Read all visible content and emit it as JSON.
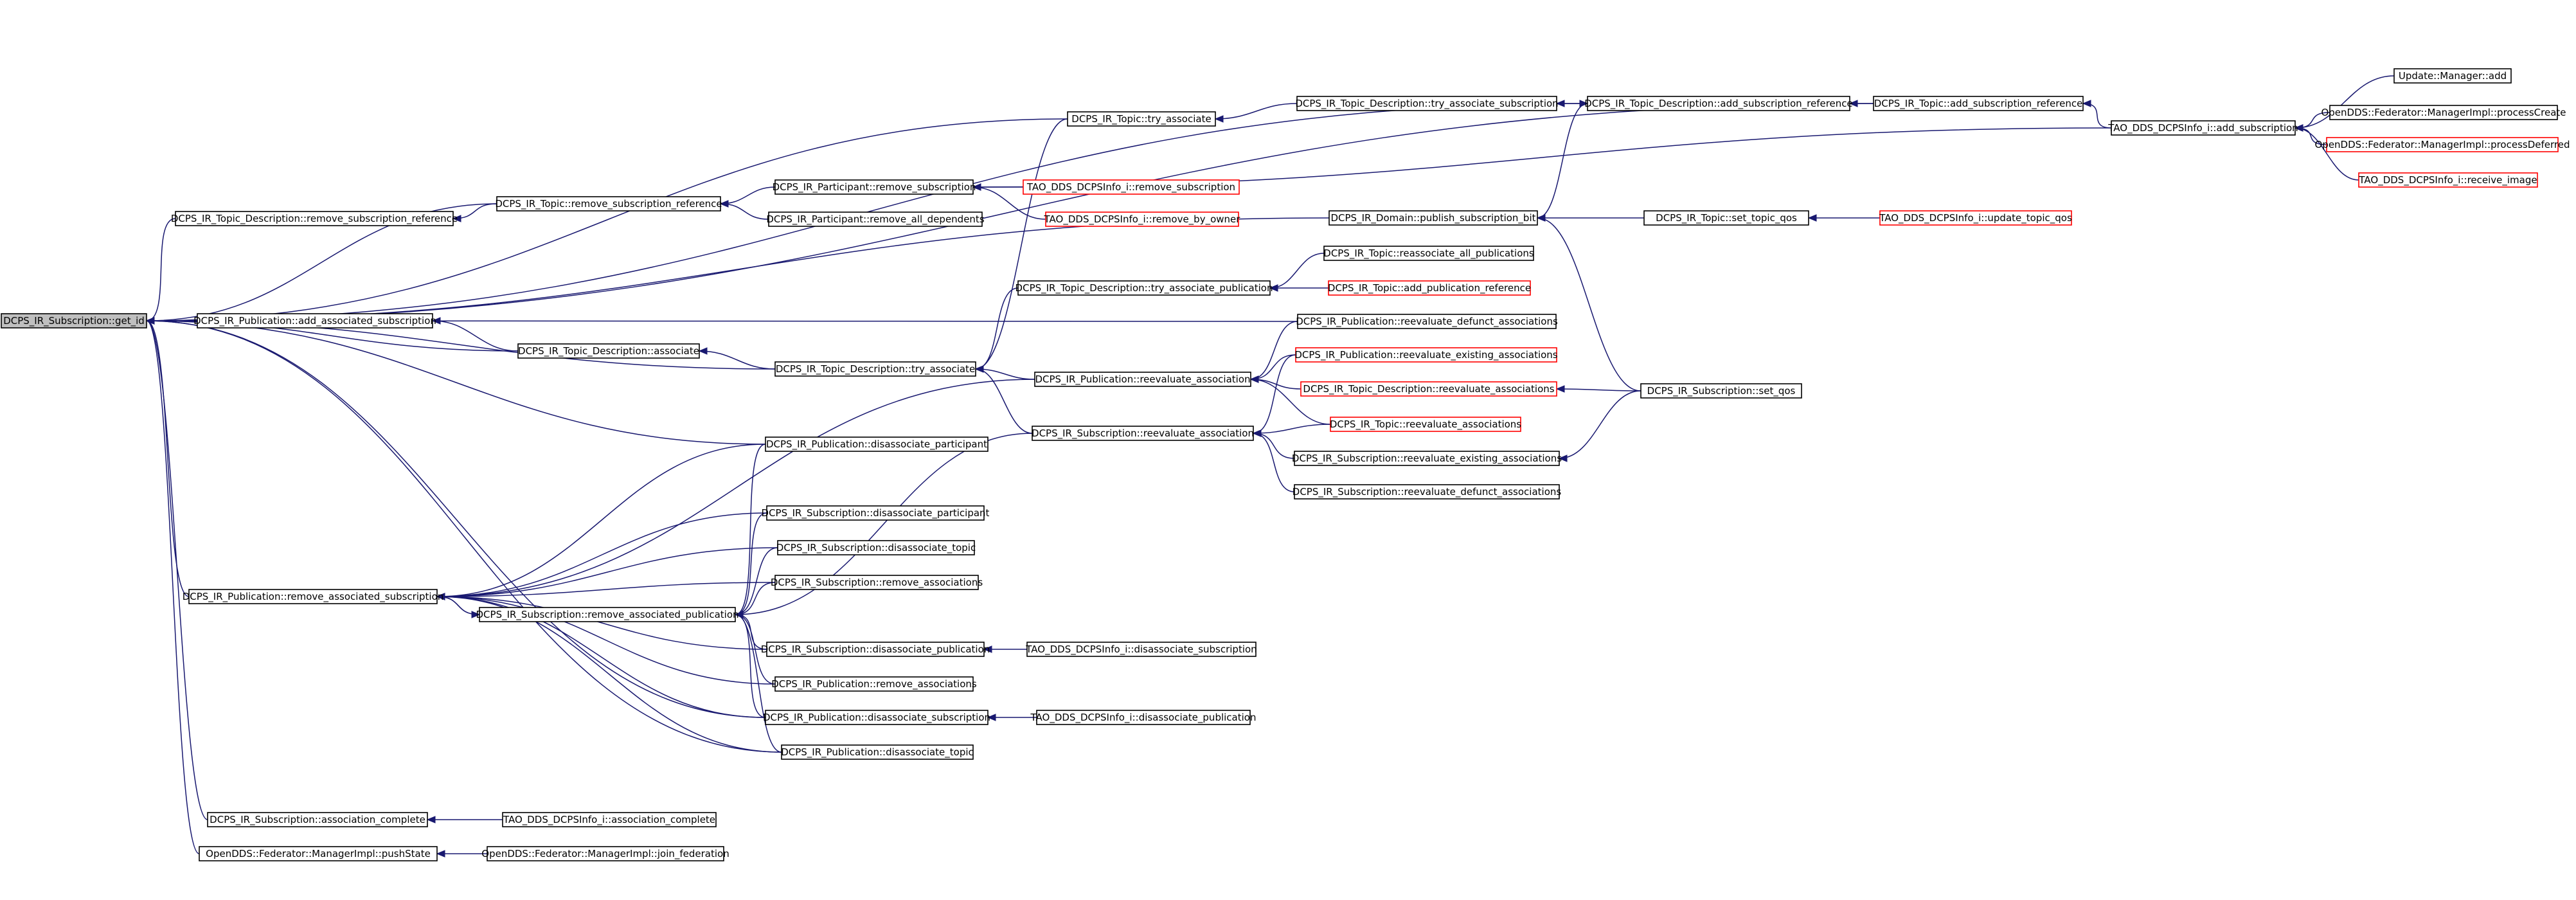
{
  "nodes": [
    {
      "id": "n0",
      "label": "DCPS_IR_Subscription::get_id",
      "style": "focus"
    },
    {
      "id": "n1",
      "label": "DCPS_IR_Publication::add_associated_subscription"
    },
    {
      "id": "n2",
      "label": "DCPS_IR_Topic_Description::remove_subscription_reference"
    },
    {
      "id": "n3",
      "label": "DCPS_IR_Topic::remove_subscription_reference"
    },
    {
      "id": "n4",
      "label": "DCPS_IR_Participant::remove_subscription"
    },
    {
      "id": "n5",
      "label": "DCPS_IR_Participant::remove_all_dependents"
    },
    {
      "id": "n6",
      "label": "TAO_DDS_DCPSInfo_i::remove_subscription",
      "style": "red"
    },
    {
      "id": "n7",
      "label": "TAO_DDS_DCPSInfo_i::remove_by_owner",
      "style": "red"
    },
    {
      "id": "n8",
      "label": "DCPS_IR_Topic::try_associate"
    },
    {
      "id": "n9",
      "label": "DCPS_IR_Topic_Description::try_associate_subscription"
    },
    {
      "id": "n10",
      "label": "DCPS_IR_Topic_Description::add_subscription_reference"
    },
    {
      "id": "n11",
      "label": "DCPS_IR_Topic::add_subscription_reference"
    },
    {
      "id": "n12",
      "label": "TAO_DDS_DCPSInfo_i::add_subscription"
    },
    {
      "id": "n13",
      "label": "Update::Manager::add"
    },
    {
      "id": "n14",
      "label": "OpenDDS::Federator::ManagerImpl::processCreate"
    },
    {
      "id": "n15",
      "label": "OpenDDS::Federator::ManagerImpl::processDeferred",
      "style": "red"
    },
    {
      "id": "n16",
      "label": "TAO_DDS_DCPSInfo_i::receive_image",
      "style": "red"
    },
    {
      "id": "n17",
      "label": "DCPS_IR_Domain::publish_subscription_bit"
    },
    {
      "id": "n18",
      "label": "DCPS_IR_Topic::set_topic_qos"
    },
    {
      "id": "n19",
      "label": "TAO_DDS_DCPSInfo_i::update_topic_qos",
      "style": "red"
    },
    {
      "id": "n20",
      "label": "DCPS_IR_Topic::reassociate_all_publications"
    },
    {
      "id": "n21",
      "label": "DCPS_IR_Topic_Description::try_associate_publication"
    },
    {
      "id": "n22",
      "label": "DCPS_IR_Topic::add_publication_reference",
      "style": "red"
    },
    {
      "id": "n23",
      "label": "DCPS_IR_Publication::reevaluate_defunct_associations"
    },
    {
      "id": "n24",
      "label": "DCPS_IR_Topic_Description::associate"
    },
    {
      "id": "n25",
      "label": "DCPS_IR_Topic_Description::try_associate"
    },
    {
      "id": "n26",
      "label": "DCPS_IR_Publication::reevaluate_association"
    },
    {
      "id": "n27",
      "label": "DCPS_IR_Publication::reevaluate_existing_associations",
      "style": "red"
    },
    {
      "id": "n28",
      "label": "DCPS_IR_Topic_Description::reevaluate_associations",
      "style": "red"
    },
    {
      "id": "n29",
      "label": "DCPS_IR_Subscription::set_qos"
    },
    {
      "id": "n30",
      "label": "DCPS_IR_Topic::reevaluate_associations",
      "style": "red"
    },
    {
      "id": "n31",
      "label": "DCPS_IR_Subscription::reevaluate_association"
    },
    {
      "id": "n32",
      "label": "DCPS_IR_Publication::disassociate_participant"
    },
    {
      "id": "n33",
      "label": "DCPS_IR_Subscription::reevaluate_existing_associations"
    },
    {
      "id": "n34",
      "label": "DCPS_IR_Subscription::reevaluate_defunct_associations"
    },
    {
      "id": "n35",
      "label": "DCPS_IR_Subscription::disassociate_participant"
    },
    {
      "id": "n36",
      "label": "DCPS_IR_Subscription::disassociate_topic"
    },
    {
      "id": "n37",
      "label": "DCPS_IR_Subscription::remove_associations"
    },
    {
      "id": "n38",
      "label": "DCPS_IR_Publication::remove_associated_subscription"
    },
    {
      "id": "n39",
      "label": "DCPS_IR_Subscription::remove_associated_publication"
    },
    {
      "id": "n40",
      "label": "DCPS_IR_Subscription::disassociate_publication"
    },
    {
      "id": "n41",
      "label": "TAO_DDS_DCPSInfo_i::disassociate_subscription"
    },
    {
      "id": "n42",
      "label": "DCPS_IR_Publication::remove_associations"
    },
    {
      "id": "n43",
      "label": "DCPS_IR_Publication::disassociate_subscription"
    },
    {
      "id": "n44",
      "label": "TAO_DDS_DCPSInfo_i::disassociate_publication"
    },
    {
      "id": "n45",
      "label": "DCPS_IR_Publication::disassociate_topic"
    },
    {
      "id": "n46",
      "label": "DCPS_IR_Subscription::association_complete"
    },
    {
      "id": "n47",
      "label": "TAO_DDS_DCPSInfo_i::association_complete"
    },
    {
      "id": "n48",
      "label": "OpenDDS::Federator::ManagerImpl::pushState"
    },
    {
      "id": "n49",
      "label": "OpenDDS::Federator::ManagerImpl::join_federation"
    }
  ],
  "edges": [
    [
      "n1",
      "n0"
    ],
    [
      "n2",
      "n0"
    ],
    [
      "n3",
      "n0"
    ],
    [
      "n8",
      "n0"
    ],
    [
      "n10",
      "n0"
    ],
    [
      "n11",
      "n0"
    ],
    [
      "n17",
      "n0"
    ],
    [
      "n23",
      "n0"
    ],
    [
      "n24",
      "n0"
    ],
    [
      "n25",
      "n0"
    ],
    [
      "n32",
      "n0"
    ],
    [
      "n38",
      "n0"
    ],
    [
      "n43",
      "n0"
    ],
    [
      "n45",
      "n0"
    ],
    [
      "n46",
      "n0"
    ],
    [
      "n48",
      "n0"
    ],
    [
      "n3",
      "n2"
    ],
    [
      "n4",
      "n3"
    ],
    [
      "n5",
      "n3"
    ],
    [
      "n6",
      "n4"
    ],
    [
      "n7",
      "n4"
    ],
    [
      "n12",
      "n4"
    ],
    [
      "n9",
      "n8"
    ],
    [
      "n10",
      "n9"
    ],
    [
      "n11",
      "n10"
    ],
    [
      "n17",
      "n10"
    ],
    [
      "n12",
      "n11"
    ],
    [
      "n13",
      "n12"
    ],
    [
      "n14",
      "n12"
    ],
    [
      "n15",
      "n12"
    ],
    [
      "n16",
      "n12"
    ],
    [
      "n18",
      "n17"
    ],
    [
      "n29",
      "n17"
    ],
    [
      "n19",
      "n18"
    ],
    [
      "n20",
      "n21"
    ],
    [
      "n22",
      "n21"
    ],
    [
      "n24",
      "n1"
    ],
    [
      "n25",
      "n24"
    ],
    [
      "n21",
      "n25"
    ],
    [
      "n8",
      "n25"
    ],
    [
      "n26",
      "n25"
    ],
    [
      "n31",
      "n25"
    ],
    [
      "n23",
      "n26"
    ],
    [
      "n27",
      "n26"
    ],
    [
      "n28",
      "n26"
    ],
    [
      "n30",
      "n26"
    ],
    [
      "n29",
      "n28"
    ],
    [
      "n27",
      "n31"
    ],
    [
      "n30",
      "n31"
    ],
    [
      "n33",
      "n31"
    ],
    [
      "n34",
      "n31"
    ],
    [
      "n29",
      "n33"
    ],
    [
      "n26",
      "n38"
    ],
    [
      "n31",
      "n39"
    ],
    [
      "n32",
      "n38"
    ],
    [
      "n35",
      "n38"
    ],
    [
      "n36",
      "n38"
    ],
    [
      "n37",
      "n38"
    ],
    [
      "n39",
      "n38"
    ],
    [
      "n40",
      "n38"
    ],
    [
      "n42",
      "n38"
    ],
    [
      "n43",
      "n38"
    ],
    [
      "n45",
      "n38"
    ],
    [
      "n38",
      "n39"
    ],
    [
      "n32",
      "n39"
    ],
    [
      "n35",
      "n39"
    ],
    [
      "n36",
      "n39"
    ],
    [
      "n37",
      "n39"
    ],
    [
      "n40",
      "n39"
    ],
    [
      "n42",
      "n39"
    ],
    [
      "n43",
      "n39"
    ],
    [
      "n45",
      "n39"
    ],
    [
      "n41",
      "n40"
    ],
    [
      "n44",
      "n43"
    ],
    [
      "n47",
      "n46"
    ],
    [
      "n49",
      "n48"
    ]
  ]
}
